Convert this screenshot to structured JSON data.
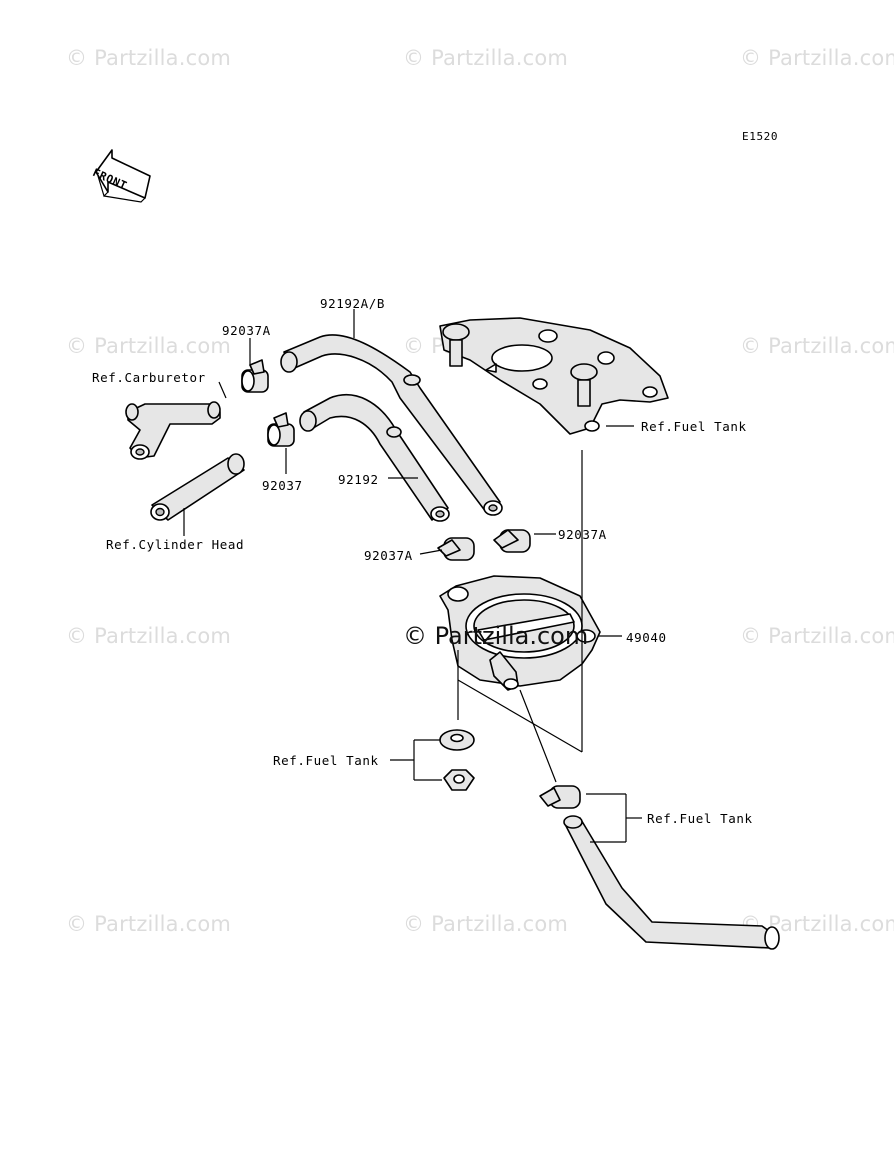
{
  "diagram": {
    "code": "E1520",
    "front_label": "FRONT",
    "watermark": "© Partzilla.com",
    "center_watermark": "© Partzilla.com",
    "labels": {
      "part_92192ab": "92192A/B",
      "part_92037a_top": "92037A",
      "ref_carburetor": "Ref.Carburetor",
      "part_92037": "92037",
      "ref_cylinder_head": "Ref.Cylinder Head",
      "part_92192": "92192",
      "ref_fuel_tank_top": "Ref.Fuel Tank",
      "part_92037a_left": "92037A",
      "part_92037a_right": "92037A",
      "part_49040": "49040",
      "ref_fuel_tank_left": "Ref.Fuel Tank",
      "ref_fuel_tank_bottom": "Ref.Fuel Tank"
    }
  }
}
